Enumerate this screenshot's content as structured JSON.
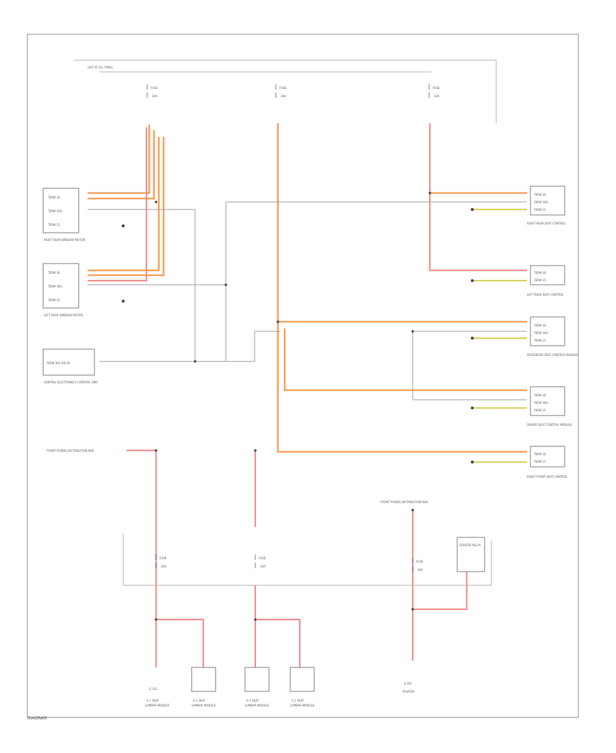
{
  "page_number": "DIAGRAM",
  "colors": {
    "orange_wire": "#f5a15a",
    "red_wire": "#f28c8c",
    "yellow_wire": "#d9d25a",
    "gray_wire": "#9a9a9a"
  },
  "top_bus": {
    "label": "HOT AT ALL TIMES"
  },
  "fuses_top": [
    {
      "label": "FUSE",
      "rating": "30A"
    },
    {
      "label": "FUSE",
      "rating": "30A"
    },
    {
      "label": "FUSE",
      "rating": "30A"
    }
  ],
  "modules_left": [
    {
      "name": "RIGHT REAR WINDOW MOTOR",
      "pins": [
        "TERM 30",
        "TERM 30G",
        "TERM 15"
      ]
    },
    {
      "name": "LEFT REAR WINDOW MOTOR",
      "pins": [
        "TERM 30",
        "TERM 30G",
        "TERM 15"
      ]
    }
  ],
  "central_unit": {
    "label": "TERM 30G RELAY",
    "name": "CENTRAL ELECTRONICS CONTROL UNIT"
  },
  "modules_right": [
    {
      "name": "RIGHT REAR SEAT CONTROL",
      "pins": [
        "TERM 30",
        "TERM 30G",
        "TERM 15"
      ]
    },
    {
      "name": "LEFT REAR SEAT CONTROL",
      "pins": [
        "TERM 30",
        "TERM 15"
      ]
    },
    {
      "name": "PASSENGER SEAT CONTROL MODULE",
      "pins": [
        "TERM 30",
        "TERM 30G",
        "TERM 15"
      ]
    },
    {
      "name": "DRIVER SEAT CONTROL MODULE",
      "pins": [
        "TERM 30",
        "TERM 30G",
        "TERM 15"
      ]
    },
    {
      "name": "RIGHT FRONT SEAT CONTROL",
      "pins": [
        "TERM 30",
        "TERM 15"
      ]
    }
  ],
  "bottom_left_label": "FRONT POWER DISTRIBUTION BOX",
  "bottom_right_label": "FRONT POWER DISTRIBUTION BOX",
  "starter_box": "STARTER RELAY",
  "fuses_bottom": [
    {
      "label": "FUSE",
      "rating": "30A"
    },
    {
      "label": "FUSE",
      "rating": "30A"
    },
    {
      "label": "FUSE",
      "rating": "30A"
    }
  ],
  "loads_bottom": [
    {
      "name": "G 1 SEAT",
      "sub": "LUMBAR MODULE"
    },
    {
      "name": "G 1 SEAT",
      "sub": "LUMBAR MODULE"
    },
    {
      "name": "G 1 SEAT",
      "sub": "LUMBAR MODULE"
    },
    {
      "name": "G 1 SEAT",
      "sub": "LUMBAR MODULE"
    }
  ],
  "ground_labels": [
    "G 101",
    "G 401"
  ],
  "starter_label": "STARTER"
}
